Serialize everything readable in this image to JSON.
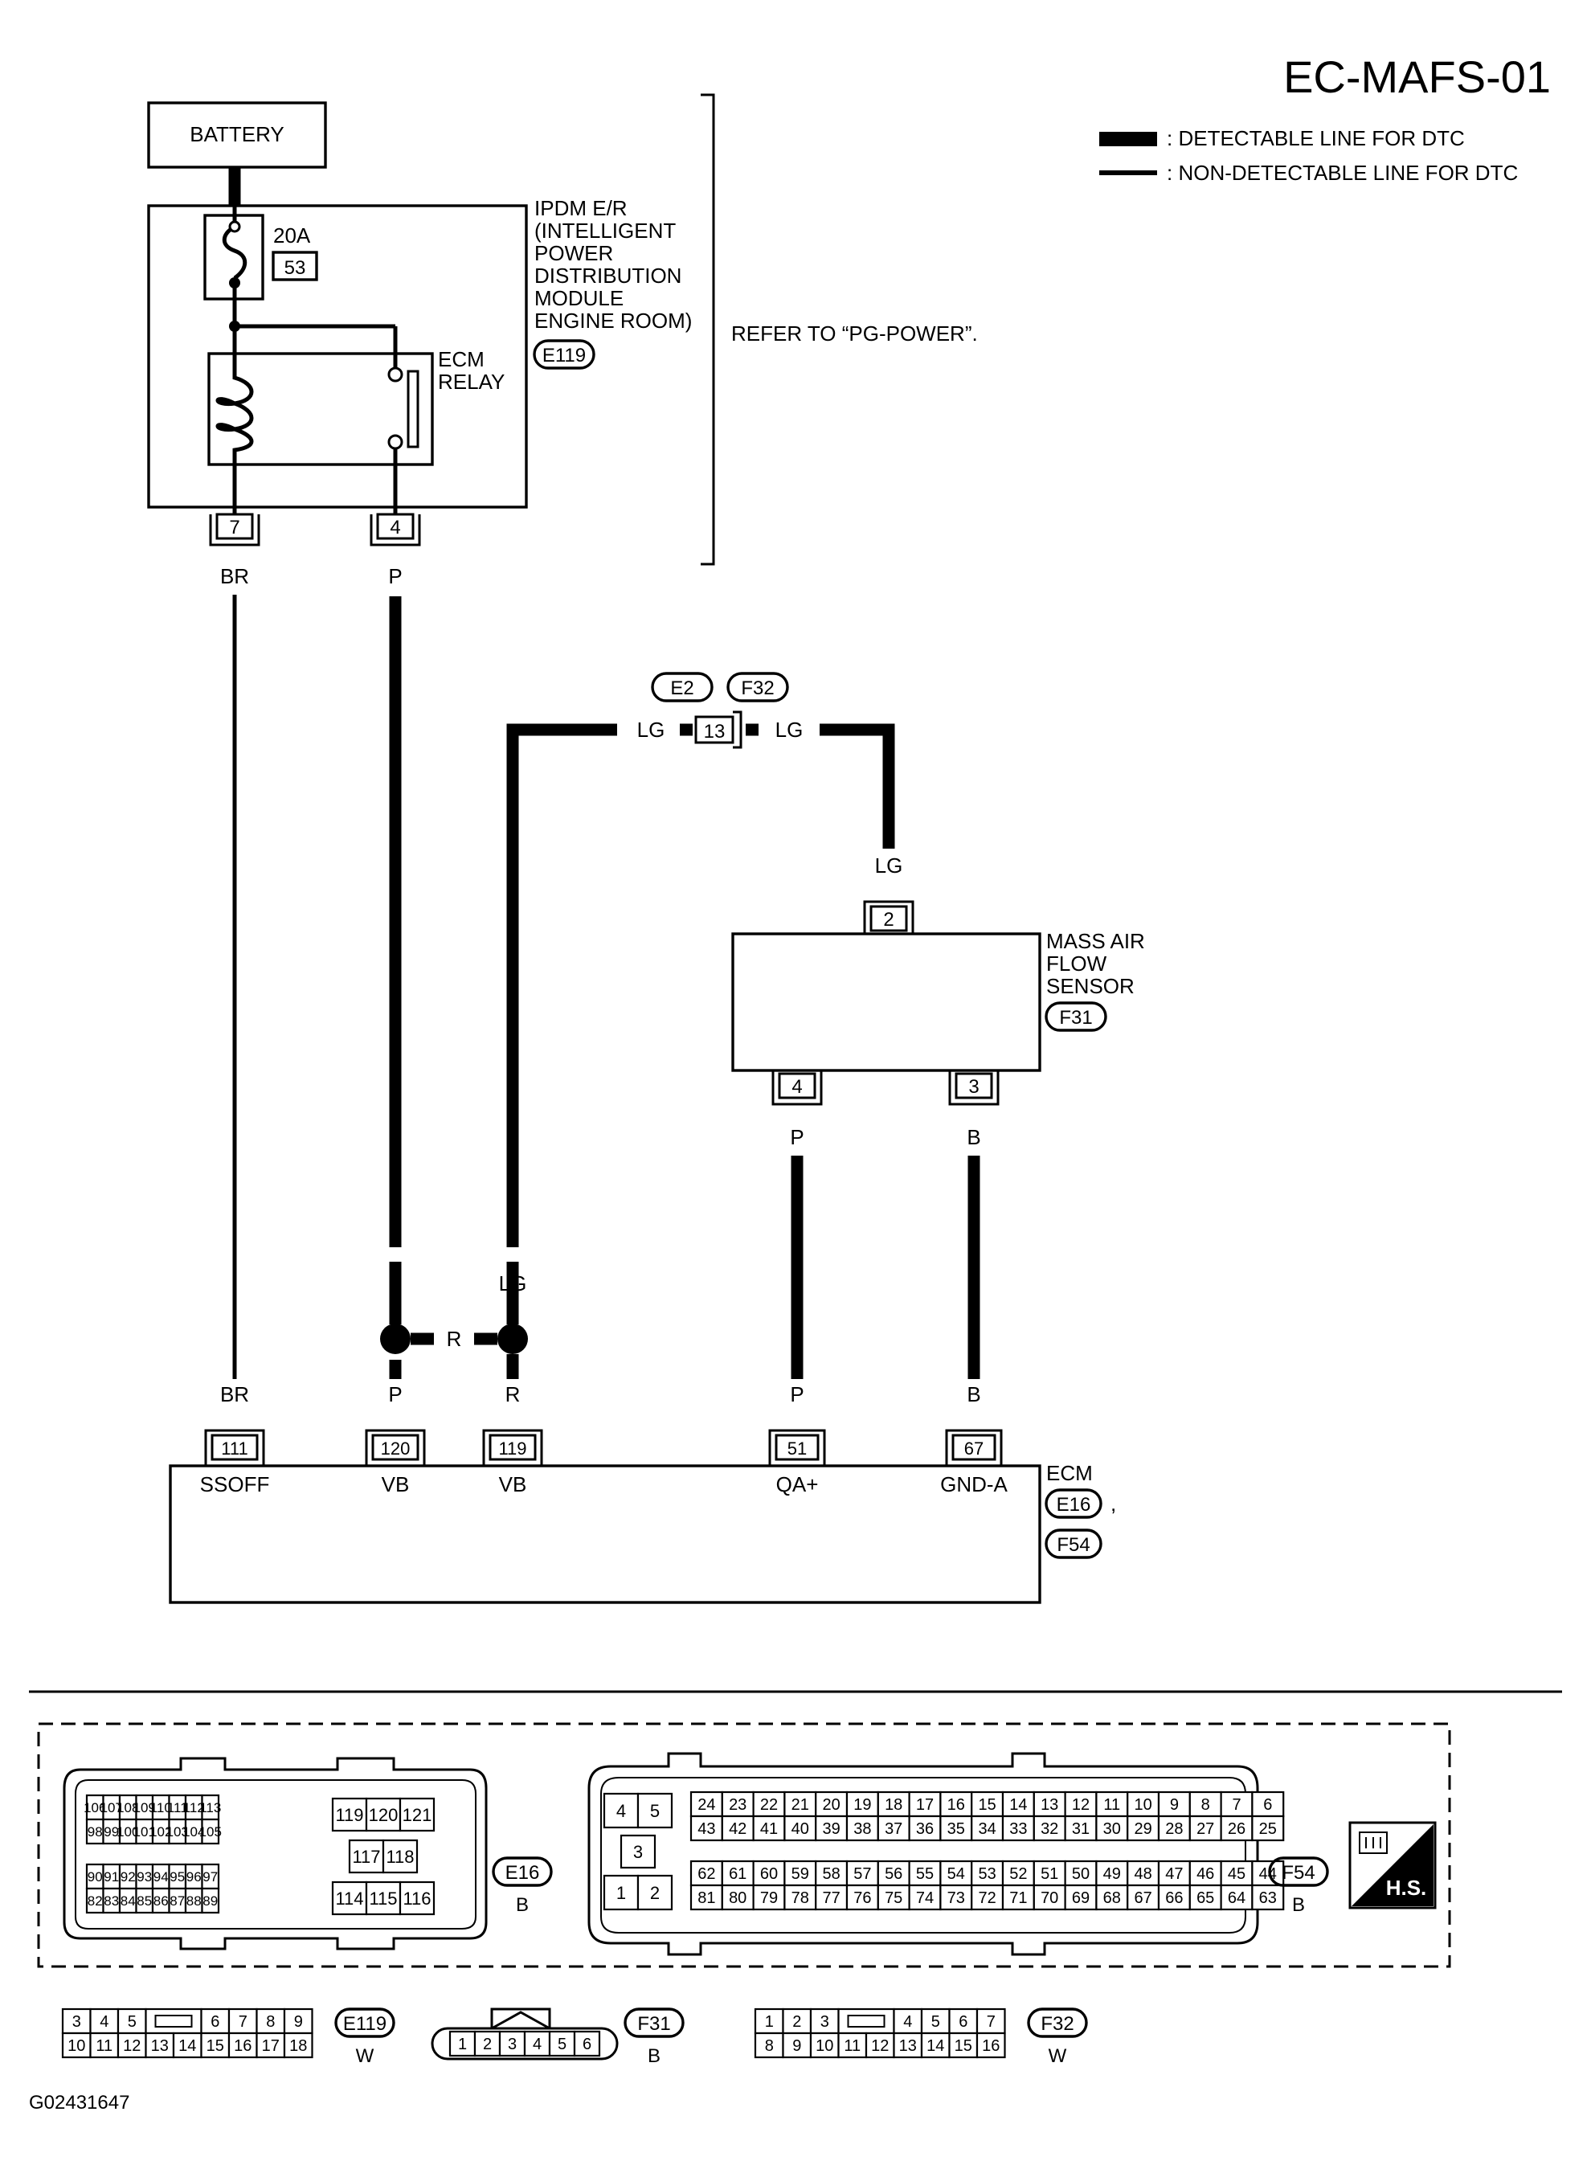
{
  "title": "EC-MAFS-01",
  "legend": {
    "detectable": ": DETECTABLE LINE FOR DTC",
    "non_detectable": ": NON-DETECTABLE LINE FOR DTC"
  },
  "battery": "BATTERY",
  "ipdm": {
    "label_lines": [
      "IPDM E/R",
      "(INTELLIGENT",
      "POWER",
      "DISTRIBUTION",
      "MODULE",
      "ENGINE ROOM)"
    ],
    "connector": "E119",
    "fuse_amps": "20A",
    "fuse_no": "53",
    "relay_lines": [
      "ECM",
      "RELAY"
    ],
    "pin_a": "7",
    "pin_b": "4"
  },
  "refer_to": "REFER TO “PG-POWER”.",
  "wire_colors": {
    "br": "BR",
    "p": "P",
    "lg": "LG",
    "r": "R",
    "b": "B"
  },
  "joint": {
    "conn_a": "E2",
    "conn_b": "F32",
    "pin": "13"
  },
  "maf": {
    "label_lines": [
      "MASS AIR",
      "FLOW",
      "SENSOR"
    ],
    "connector": "F31",
    "pin_top": "2",
    "pin_left": "4",
    "pin_right": "3"
  },
  "ecm": {
    "label": "ECM",
    "connectors": [
      "E16",
      "F54"
    ],
    "separator": ",",
    "pins": [
      {
        "no": "111",
        "name": "SSOFF"
      },
      {
        "no": "120",
        "name": "VB"
      },
      {
        "no": "119",
        "name": "VB"
      },
      {
        "no": "51",
        "name": "QA+"
      },
      {
        "no": "67",
        "name": "GND-A"
      }
    ]
  },
  "connector_views": {
    "e16": {
      "id": "E16",
      "color": "B",
      "a_row1": [
        "106",
        "107",
        "108",
        "109",
        "110",
        "111",
        "112",
        "113"
      ],
      "a_row2": [
        "98",
        "99",
        "100",
        "101",
        "102",
        "103",
        "104",
        "105"
      ],
      "a_row3": [
        "90",
        "91",
        "92",
        "93",
        "94",
        "95",
        "96",
        "97"
      ],
      "a_row4": [
        "82",
        "83",
        "84",
        "85",
        "86",
        "87",
        "88",
        "89"
      ],
      "b_row1": [
        "119",
        "120",
        "121"
      ],
      "b_row2": [
        "117",
        "118"
      ],
      "b_row3": [
        "114",
        "115",
        "116"
      ]
    },
    "f54": {
      "id": "F54",
      "color": "B",
      "p_row1": [
        "4",
        "5"
      ],
      "p_row2": [
        "3"
      ],
      "p_row3": [
        "1",
        "2"
      ],
      "row1": [
        "24",
        "23",
        "22",
        "21",
        "20",
        "19",
        "18",
        "17",
        "16",
        "15",
        "14",
        "13",
        "12",
        "11",
        "10",
        "9",
        "8",
        "7",
        "6"
      ],
      "row2": [
        "43",
        "42",
        "41",
        "40",
        "39",
        "38",
        "37",
        "36",
        "35",
        "34",
        "33",
        "32",
        "31",
        "30",
        "29",
        "28",
        "27",
        "26",
        "25"
      ],
      "row3": [
        "62",
        "61",
        "60",
        "59",
        "58",
        "57",
        "56",
        "55",
        "54",
        "53",
        "52",
        "51",
        "50",
        "49",
        "48",
        "47",
        "46",
        "45",
        "44"
      ],
      "row4": [
        "81",
        "80",
        "79",
        "78",
        "77",
        "76",
        "75",
        "74",
        "73",
        "72",
        "71",
        "70",
        "69",
        "68",
        "67",
        "66",
        "65",
        "64",
        "63"
      ]
    },
    "hs": "H.S.",
    "e119": {
      "id": "E119",
      "color": "W",
      "row1a": [
        "3",
        "4",
        "5"
      ],
      "row1b": [
        "6",
        "7",
        "8",
        "9"
      ],
      "row2": [
        "10",
        "11",
        "12",
        "13",
        "14",
        "15",
        "16",
        "17",
        "18"
      ]
    },
    "f31": {
      "id": "F31",
      "color": "B",
      "pins": [
        "1",
        "2",
        "3",
        "4",
        "5",
        "6"
      ]
    },
    "f32": {
      "id": "F32",
      "color": "W",
      "row1a": [
        "1",
        "2",
        "3"
      ],
      "row1b": [
        "4",
        "5",
        "6",
        "7"
      ],
      "row2": [
        "8",
        "9",
        "10",
        "11",
        "12",
        "13",
        "14",
        "15",
        "16"
      ]
    }
  },
  "figure_code": "G02431647"
}
